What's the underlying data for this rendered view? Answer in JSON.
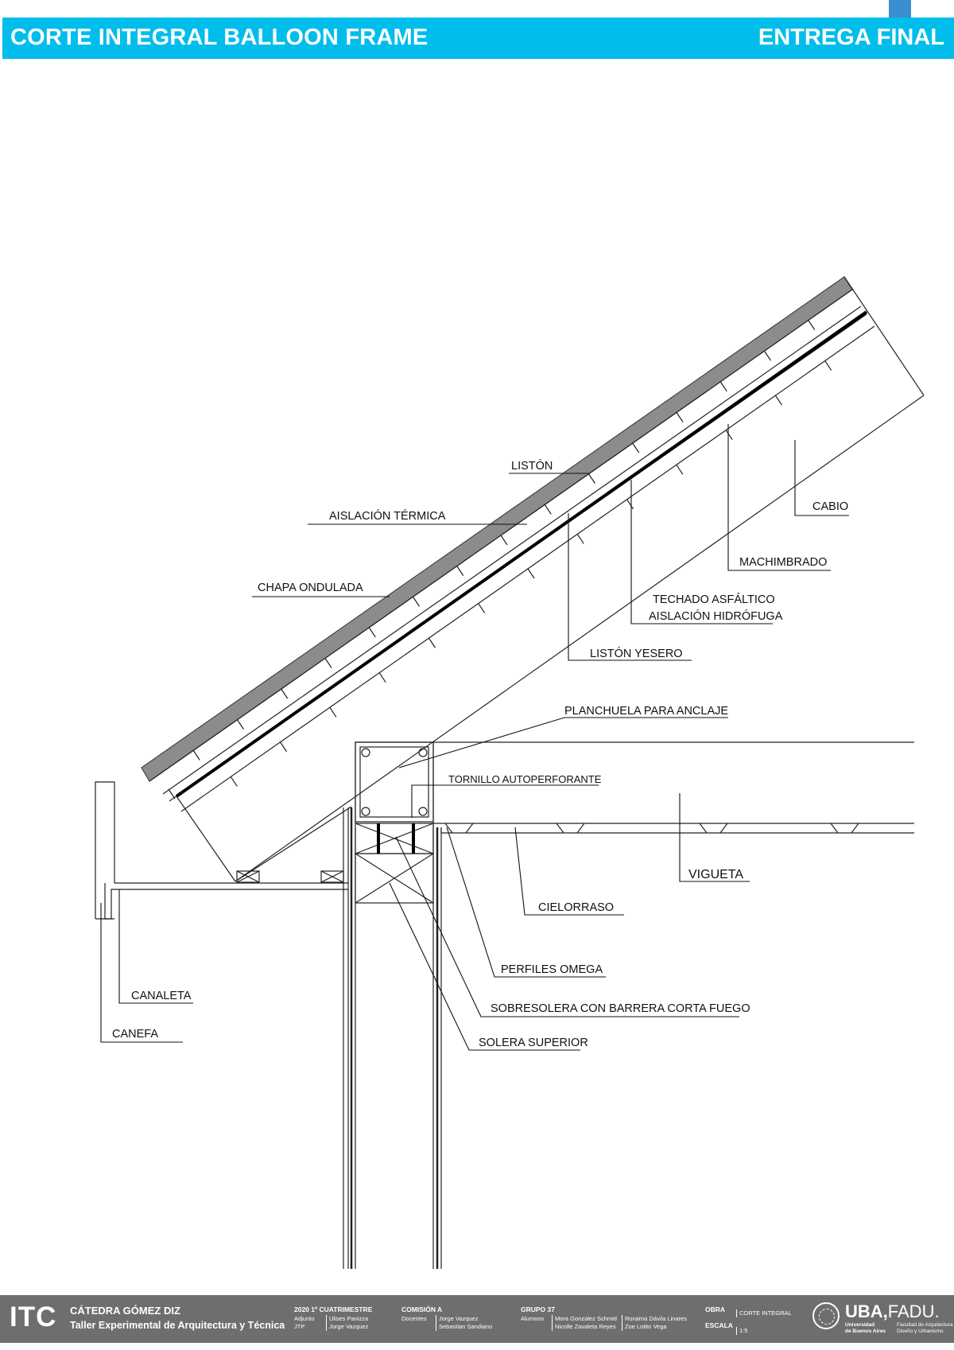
{
  "header": {
    "title": "CORTE INTEGRAL BALLOON FRAME",
    "stage": "ENTREGA FINAL"
  },
  "labels": {
    "liston": "LISTÓN",
    "aislacion_termica": "AISLACIÓN TÉRMICA",
    "cabio": "CABIO",
    "chapa_ondulada": "CHAPA ONDULADA",
    "machimbrado": "MACHIMBRADO",
    "techado_asfaltico": "TECHADO ASFÁLTICO",
    "aislacion_hidrofuga": "AISLACIÓN HIDRÓFUGA",
    "liston_yesero": "LISTÓN YESERO",
    "planchuela": "PLANCHUELA PARA ANCLAJE",
    "tornillo": "TORNILLO AUTOPERFORANTE",
    "vigueta": "VIGUETA",
    "cielorraso": "CIELORRASO",
    "perfiles_omega": "PERFILES OMEGA",
    "canaleta": "CANALETA",
    "sobresolera": "SOBRESOLERA CON BARRERA CORTA FUEGO",
    "canefa": "CANEFA",
    "solera_superior": "SOLERA SUPERIOR"
  },
  "footer": {
    "logo": "ITC",
    "catedra": "CÁTEDRA GÓMEZ DIZ",
    "taller": "Taller Experimental de Arquitectura y Técnica",
    "cuatrimestre": "2020 1º CUATRIMESTRE",
    "adjunto_label": "Adjunto",
    "adjunto": "Ulises Panizza",
    "jtp_label": "JTP",
    "jtp": "Jorge Vazquez",
    "comision": "COMISIÓN A",
    "docentes_label": "Docentes",
    "docente_1": "Jorge Vazquez",
    "docente_2": "Sebastian Sandiano",
    "grupo": "GRUPO 37",
    "alumnos_label": "Alumnos",
    "alumno_1": "Mora Gonzalez Schmid",
    "alumno_2": "Nicolle Zavaleta Reyes",
    "alumno_3": "Roraima Dávila Linares",
    "alumno_4": "Zoe Lotito Vega",
    "obra_label": "OBRA",
    "obra": "CORTE INTEGRAL",
    "escala_label": "ESCALA",
    "escala": "1:5",
    "uba_bold": "UBA,",
    "uba_rest": "FADU.",
    "uni_1": "Universidad",
    "uni_2": "de Buenos Aires",
    "fac_1": "Facultad de Arquitectura",
    "fac_2": "Diseño y Urbanismo"
  }
}
